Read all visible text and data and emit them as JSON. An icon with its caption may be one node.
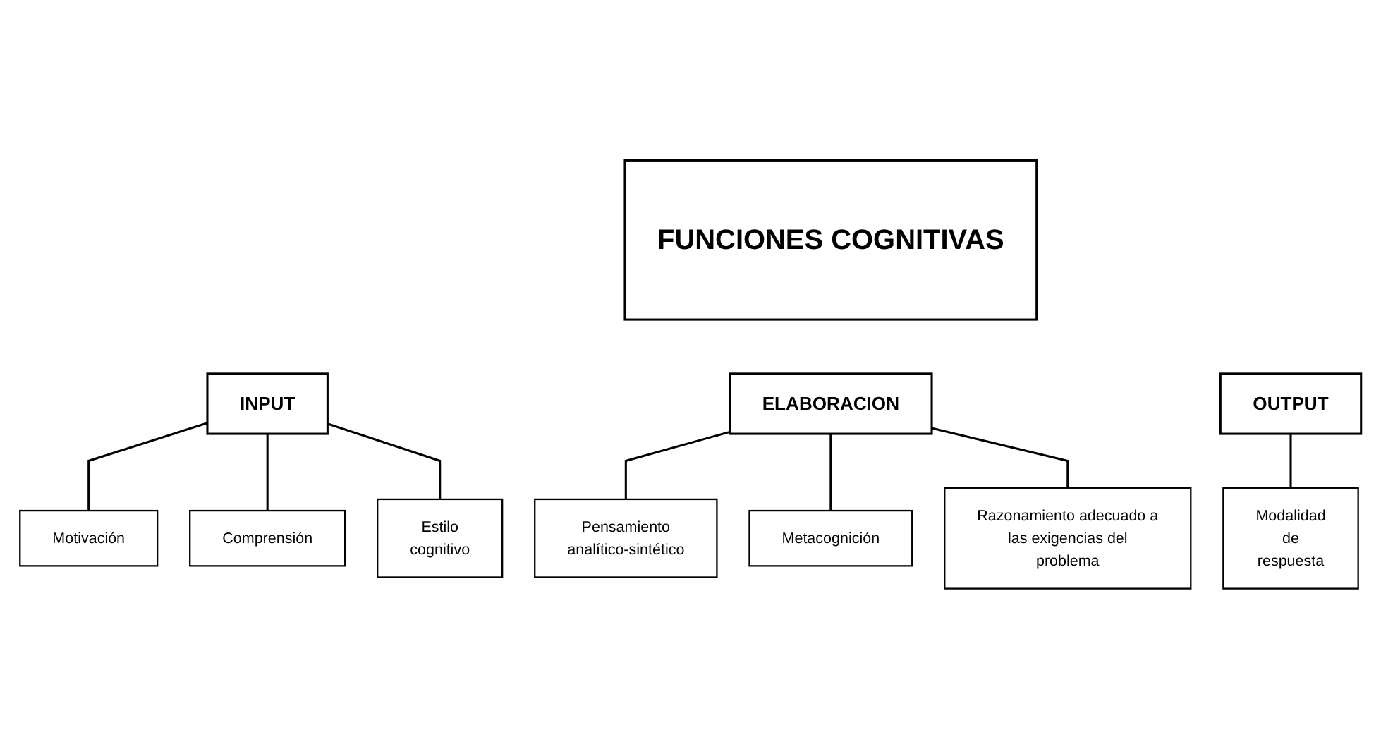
{
  "diagram": {
    "nodes": [
      {
        "text": [
          "FUNCIONES COGNITIVAS"
        ]
      },
      {
        "text": [
          "INPUT"
        ]
      },
      {
        "text": [
          "ELABORACION"
        ]
      },
      {
        "text": [
          "OUTPUT"
        ]
      },
      {
        "text": [
          "Motivación"
        ]
      },
      {
        "text": [
          "Comprensión"
        ]
      },
      {
        "text": [
          "Estilo cognitivo"
        ]
      },
      {
        "text": [
          "Pensamiento analítico-sintético"
        ]
      },
      {
        "text": [
          "Metacognición"
        ]
      },
      {
        "text": [
          "Razonamiento adecuado a las exigencias del problema"
        ]
      },
      {
        "text": [
          "Modalidad de respuesta"
        ]
      }
    ],
    "edges": [
      {
        "from": 1,
        "to": 4,
        "arrow": "none"
      },
      {
        "from": 1,
        "to": 5,
        "arrow": "none"
      },
      {
        "from": 1,
        "to": 6,
        "arrow": "none"
      },
      {
        "from": 2,
        "to": 7,
        "arrow": "none"
      },
      {
        "from": 2,
        "to": 8,
        "arrow": "none"
      },
      {
        "from": 2,
        "to": 9,
        "arrow": "none"
      },
      {
        "from": 3,
        "to": 10,
        "arrow": "none"
      }
    ]
  }
}
